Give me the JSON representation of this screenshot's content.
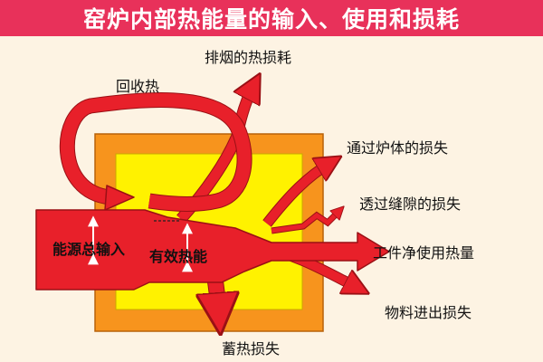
{
  "title": "窑炉内部热能量的输入、使用和损耗",
  "labels": {
    "exhaust_loss": "排烟的热损耗",
    "recovered_heat": "回收热",
    "furnace_body_loss": "通过炉体的损失",
    "gap_loss": "透过缝隙的损失",
    "workpiece_heat": "工件净使用热量",
    "material_loss": "物料进出损失",
    "total_input": "能源总输入",
    "effective_heat": "有效热能",
    "storage_loss": "蓄热损失"
  },
  "colors": {
    "title_bg": "#e8315a",
    "background": "#fdf3e3",
    "furnace_outer": "#f7941d",
    "furnace_inner": "#fff200",
    "arrow_fill": "#e8202a",
    "arrow_outline": "#9a1015"
  }
}
